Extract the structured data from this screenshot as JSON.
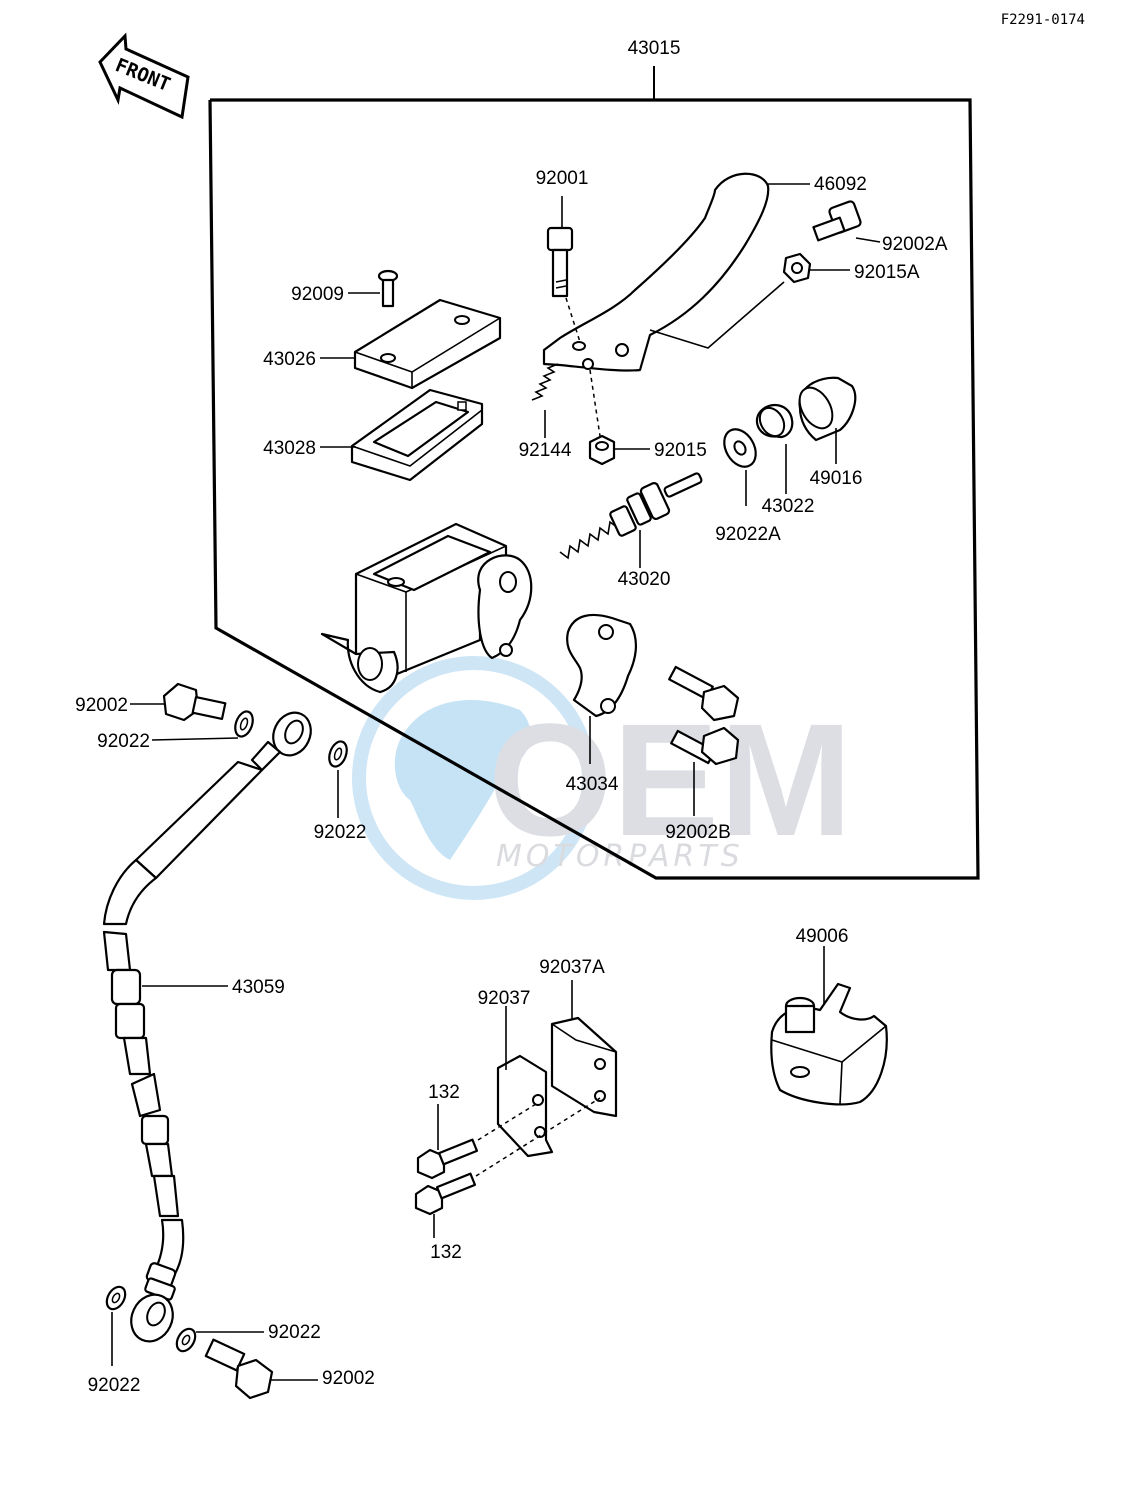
{
  "diagram": {
    "drawing_code": "F2291-0174",
    "front_arrow_label": "FRONT",
    "assembly_label": "43015",
    "watermark": {
      "brand": "OEM",
      "tagline": "MOTORPARTS"
    },
    "parts": {
      "lever": "46092",
      "lever_bolt": "92001",
      "lever_pivot_bolt": "92002A",
      "pivot_nut": "92015A",
      "cap_screw": "92009",
      "reservoir_cap": "43026",
      "diaphragm": "43028",
      "spring": "92144",
      "lever_nut": "92015",
      "washer": "92022A",
      "circlip": "43022",
      "boot": "49016",
      "piston_assy": "43020",
      "clamp": "43034",
      "clamp_bolt": "92002B",
      "banjo_bolt_top": "92002",
      "gasket_top_left": "92022",
      "gasket_top_right": "92022",
      "brake_hose": "43059",
      "gasket_bottom_left": "92022",
      "gasket_bottom_right": "92022",
      "banjo_bolt_bottom": "92002",
      "bracket": "92037",
      "bracket_a": "92037A",
      "bolt_upper": "132",
      "bolt_lower": "132",
      "cover": "49006"
    }
  }
}
